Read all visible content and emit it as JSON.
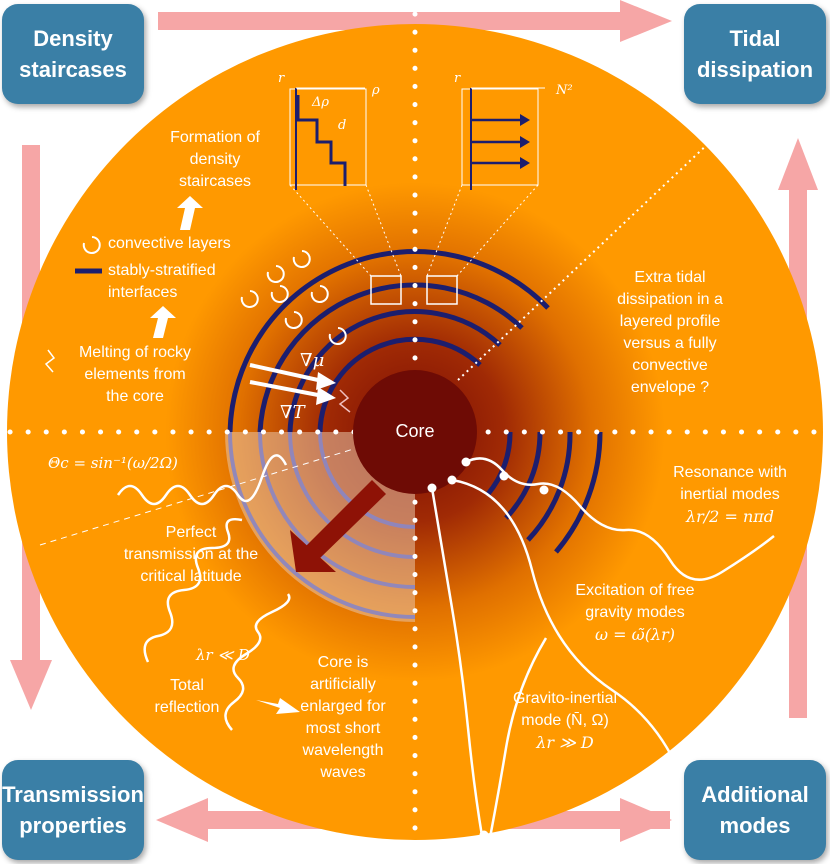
{
  "corners": {
    "top_left": "Density\nstaircases",
    "top_right": "Tidal\ndissipation",
    "bottom_left": "Transmission\nproperties",
    "bottom_right": "Additional\nmodes"
  },
  "center": {
    "core_label": "Core"
  },
  "insets": {
    "left": {
      "r_axis": "r",
      "rho_axis": "ρ",
      "delta_rho": "Δρ",
      "d": "d"
    },
    "right": {
      "r_axis": "r",
      "n2_axis": "N²"
    }
  },
  "gradients": {
    "mu": "∇μ",
    "t": "∇T"
  },
  "top_left_panel": {
    "formation": "Formation of\ndensity\nstaircases",
    "legend_convective": "convective layers",
    "legend_stable": "stably-stratified\ninterfaces",
    "melting": "Melting of rocky\nelements from\nthe core"
  },
  "top_right_panel": {
    "question": "Extra tidal\ndissipation in a\nlayered profile\nversus a fully\nconvective\nenvelope ?"
  },
  "bottom_left_panel": {
    "theta_formula": "Θc = sin⁻¹(ω/2Ω)",
    "perfect": "Perfect\ntransmission at the\ncritical latitude",
    "lambda_small": "λr ≪ D",
    "total": "Total\nreflection",
    "core_enlarged": "Core is\nartificially\nenlarged for\nmost short\nwavelength\nwaves"
  },
  "bottom_right_panel": {
    "resonance": "Resonance with\ninertial modes",
    "resonance_eq": "λr/2 = nπd",
    "excitation": "Excitation of free\ngravity modes",
    "excitation_eq": "ω = ω̃(λr)",
    "gravito": "Gravito-inertial\nmode (N̄, Ω)",
    "gravito_eq": "λr ≫ D"
  },
  "colors": {
    "box": "#3a7fa6",
    "arrows": "#f6a6a6",
    "disk": "#ff9900",
    "core": "#6e0b05",
    "rings": "#1c1e6e"
  }
}
